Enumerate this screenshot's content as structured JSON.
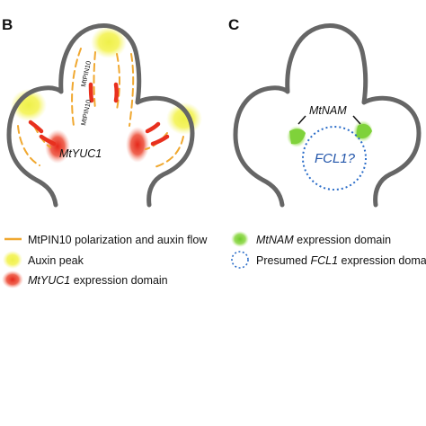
{
  "panels": {
    "b": {
      "letter": "B"
    },
    "c": {
      "letter": "C"
    }
  },
  "labels": {
    "mtyuc1": "MtYUC1",
    "mtpin10_upper": "MtPIN10",
    "mtpin10_lower": "MtPIN10",
    "mtnam": "MtNAM",
    "fcl1": "FCL1?"
  },
  "legend": {
    "pin": "MtPIN10 polarization and auxin flow",
    "auxin": "Auxin peak",
    "yuc_italic": "MtYUC1",
    "yuc_rest": " expression domain",
    "nam_italic": "MtNAM",
    "nam_rest": " expression domain",
    "fcl_prefix": "Presumed ",
    "fcl_italic": "FCL1",
    "fcl_rest": " expression domai"
  },
  "colors": {
    "outline": "#666666",
    "pin_dash": "#f0a830",
    "auxin": "#f3f24a",
    "yuc": "#e8301e",
    "nam": "#7fd23a",
    "fcl": "#2a6cc8"
  }
}
